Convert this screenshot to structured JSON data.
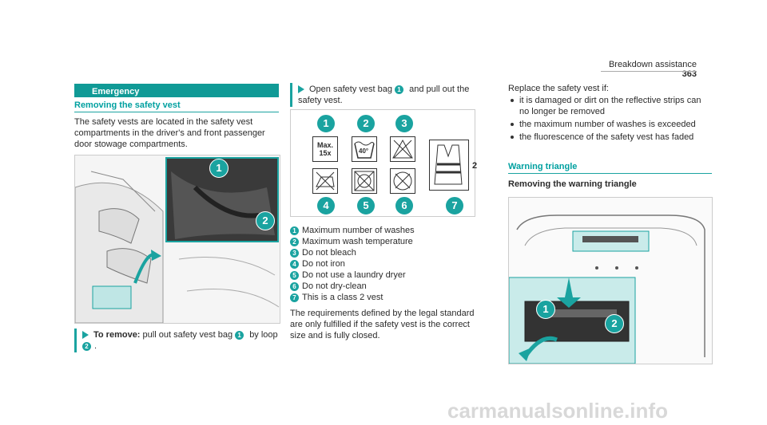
{
  "header": {
    "section": "Breakdown assistance",
    "page": "363"
  },
  "left": {
    "banner": "Emergency",
    "title": "Removing the safety vest",
    "intro": "The safety vests are located in the safety vest compartments in the driver's and front passenger door stowage compartments.",
    "step_lead": "To remove:",
    "step_text_a": "pull out safety vest bag",
    "step_text_b": "by loop",
    "callouts": [
      "1",
      "2"
    ]
  },
  "middle": {
    "step_text_a": "Open safety vest bag",
    "step_text_b": "and pull out the safety vest.",
    "care_label_max": "Max.",
    "care_label_15": "15x",
    "care_label_40": "40°",
    "vest_class": "2",
    "legend": [
      {
        "n": "1",
        "text": "Maximum number of washes"
      },
      {
        "n": "2",
        "text": "Maximum wash temperature"
      },
      {
        "n": "3",
        "text": "Do not bleach"
      },
      {
        "n": "4",
        "text": "Do not iron"
      },
      {
        "n": "5",
        "text": "Do not use a laundry dryer"
      },
      {
        "n": "6",
        "text": "Do not dry-clean"
      },
      {
        "n": "7",
        "text": "This is a class 2 vest"
      }
    ],
    "note": "The requirements defined by the legal standard are only fulfilled if the safety vest is the correct size and is fully closed.",
    "callouts": [
      "1",
      "2",
      "3",
      "4",
      "5",
      "6",
      "7"
    ]
  },
  "right": {
    "replace_intro": "Replace the safety vest if:",
    "bullets": [
      "it is damaged or dirt on the reflective strips can no longer be removed",
      "the maximum number of washes is exceeded",
      "the fluorescence of the safety vest has faded"
    ],
    "section_title": "Warning triangle",
    "sub_title": "Removing the warning triangle",
    "callouts": [
      "1",
      "2"
    ]
  },
  "colors": {
    "accent": "#1aa3a0",
    "banner": "#109a96"
  }
}
